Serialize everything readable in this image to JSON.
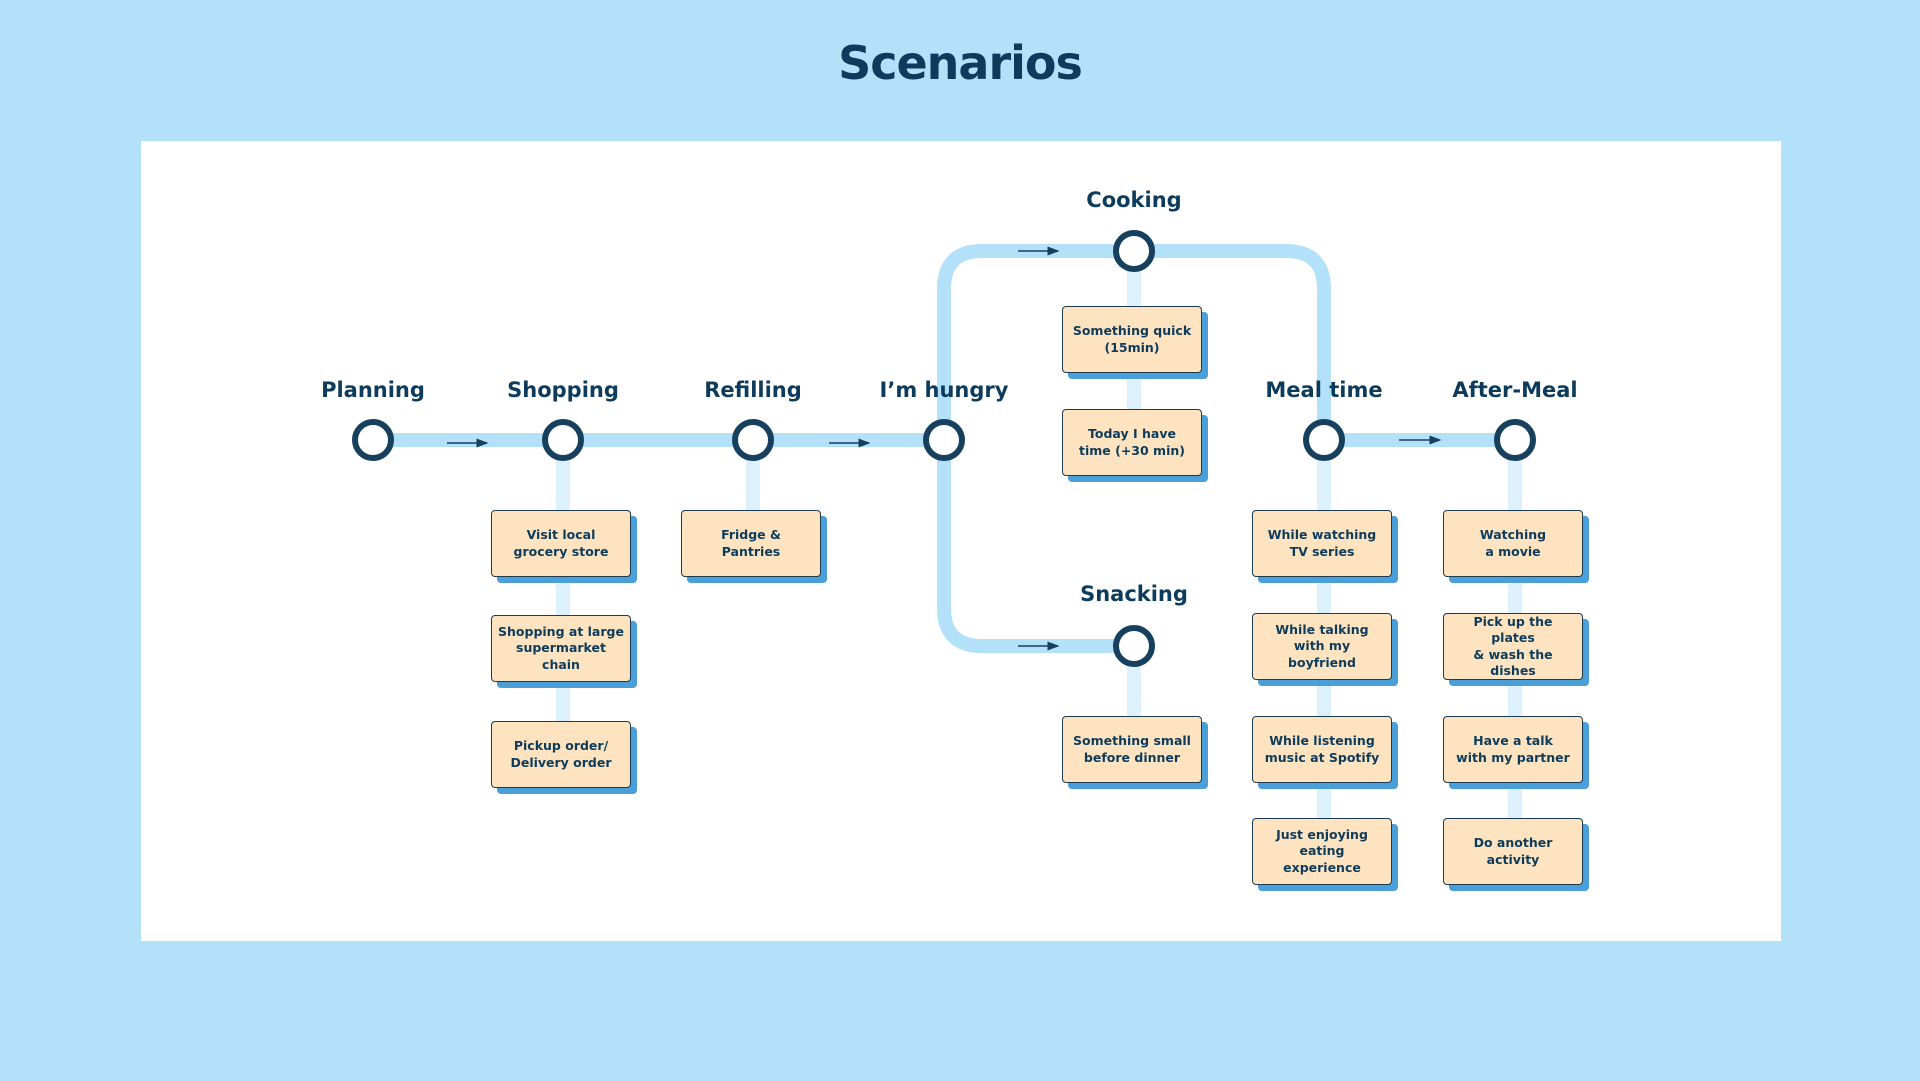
{
  "title": "Scenarios",
  "colors": {
    "background": "#b3e1fa",
    "panel": "#ffffff",
    "track": "#b3e1fa",
    "node_ring": "#17405f",
    "text": "#0d3b5c",
    "card_fill": "#fde3bf",
    "card_shadow": "#4a9fd8"
  },
  "stages": {
    "planning": "Planning",
    "shopping": "Shopping",
    "refilling": "Refilling",
    "hungry": "I’m hungry",
    "cooking": "Cooking",
    "snacking": "Snacking",
    "mealtime": "Meal time",
    "aftermeal": "After-Meal"
  },
  "cards": {
    "shopping": [
      "Visit local\ngrocery store",
      "Shopping at large\nsupermarket chain",
      "Pickup order/\nDelivery order"
    ],
    "refilling": [
      "Fridge &\nPantries"
    ],
    "cooking": [
      "Something quick\n(15min)",
      "Today I have\ntime (+30 min)"
    ],
    "snacking": [
      "Something small\nbefore dinner"
    ],
    "mealtime": [
      "While watching\nTV series",
      "While talking\nwith my boyfriend",
      "While listening\nmusic at Spotify",
      "Just enjoying\neating experience"
    ],
    "aftermeal": [
      "Watching\na movie",
      "Pick up the plates\n& wash the dishes",
      "Have a talk\nwith my partner",
      "Do another\nactivity"
    ]
  }
}
